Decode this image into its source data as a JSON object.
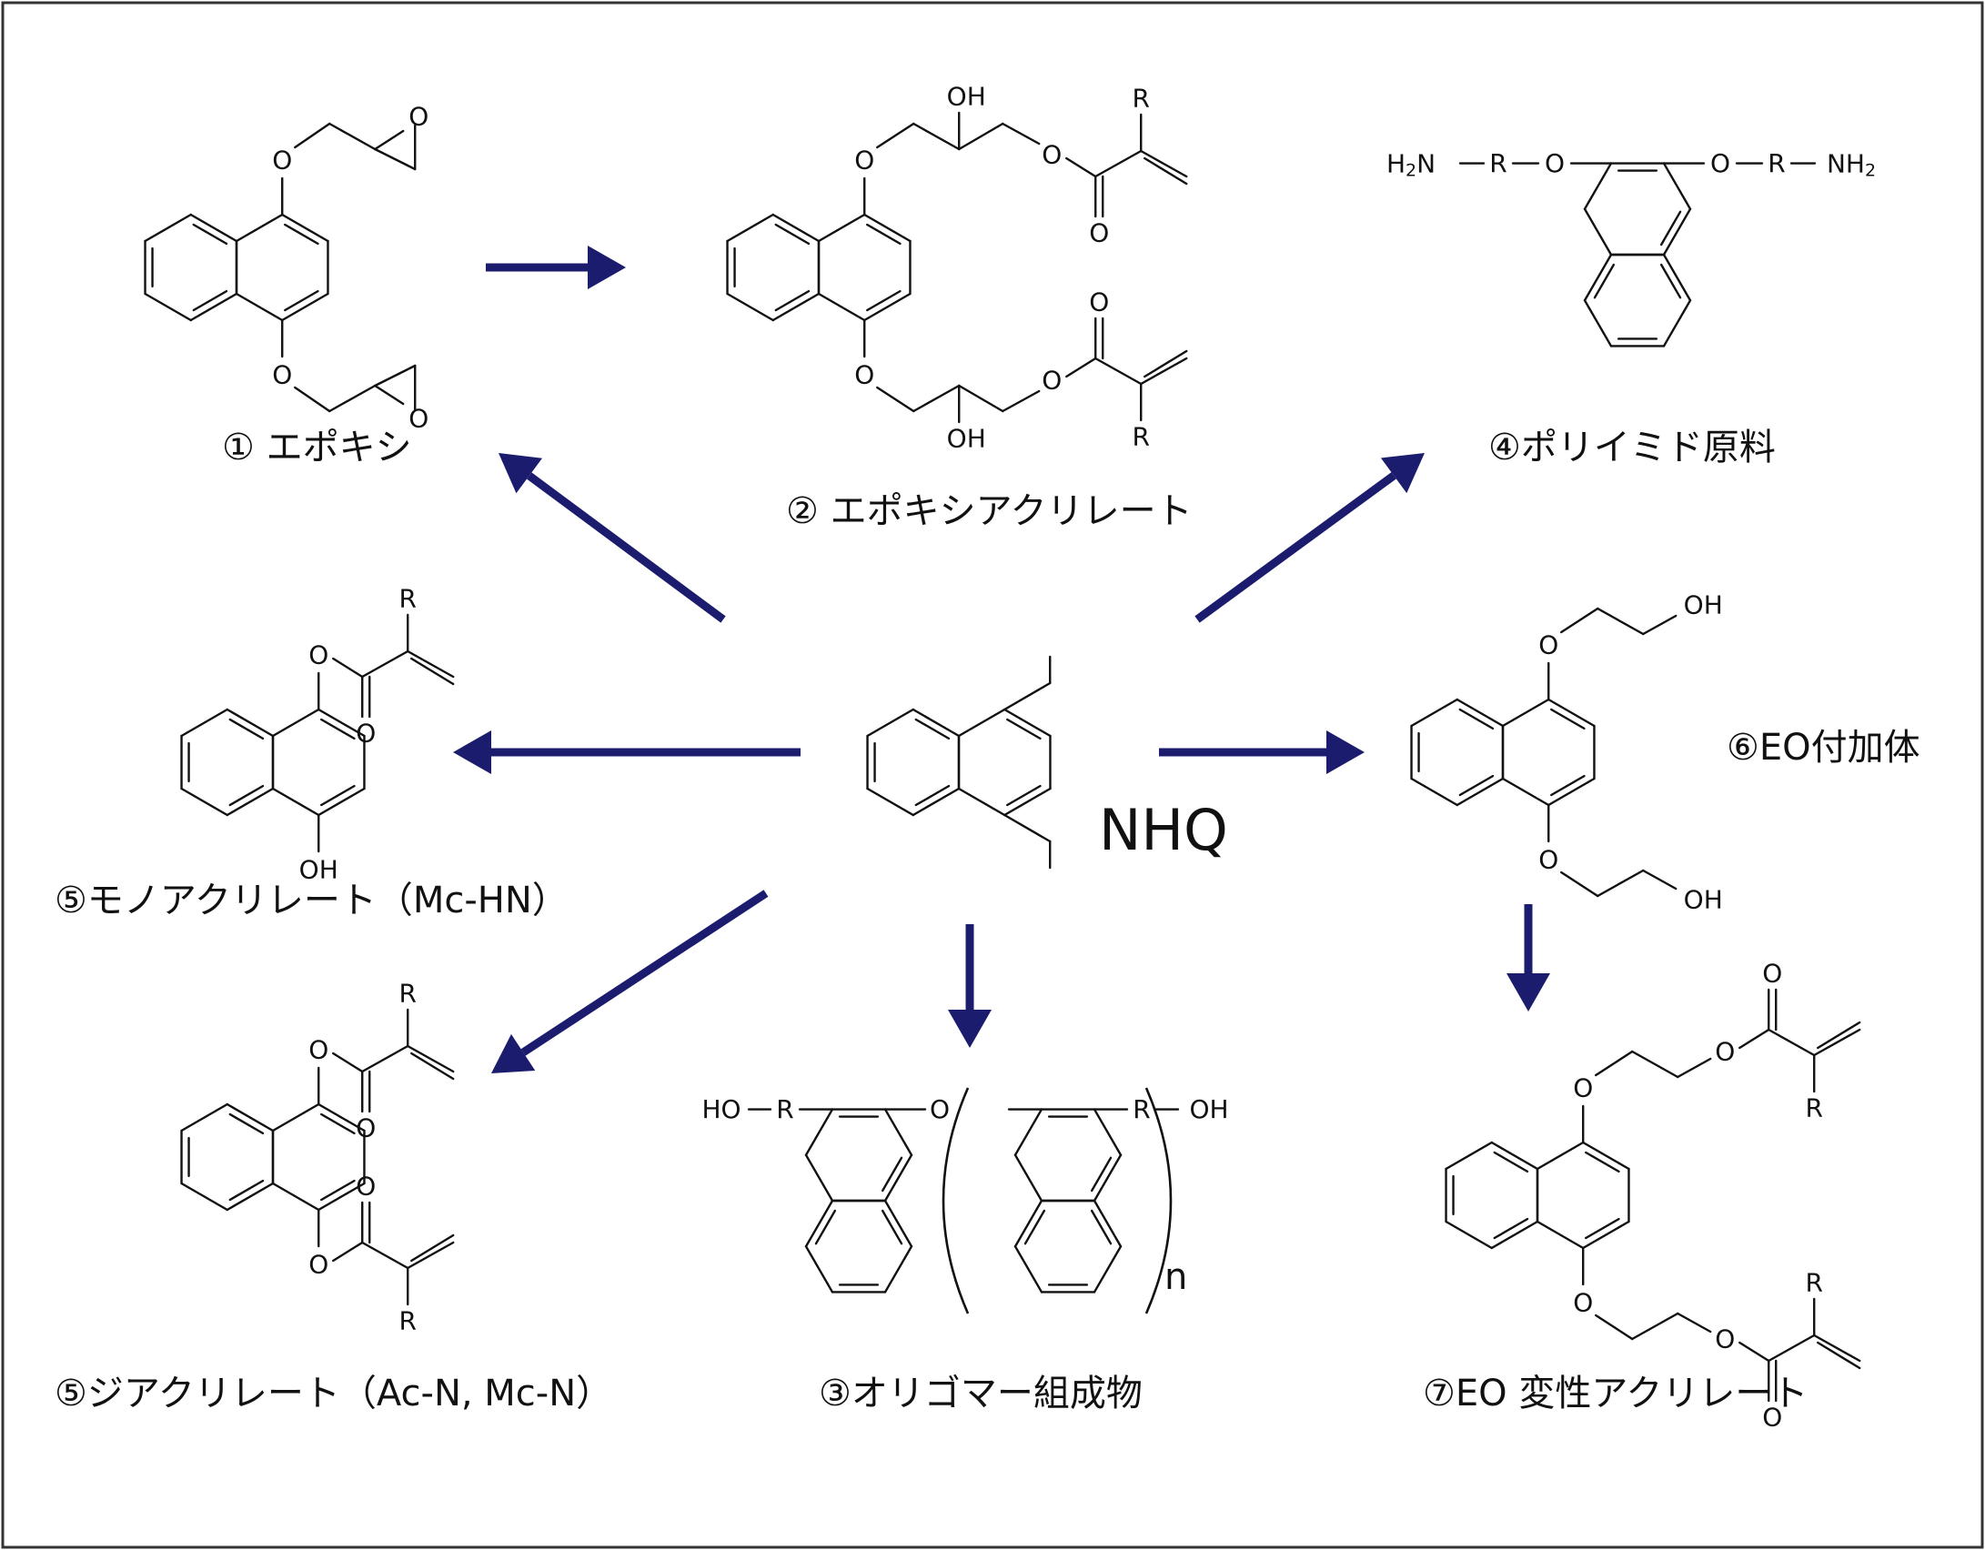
{
  "colors": {
    "arrow": "#1c1c6e",
    "border": "#333333",
    "ink": "#111111"
  },
  "center": {
    "name": "NHQ"
  },
  "labels": {
    "c1": "① エポキシ",
    "c2": "② エポキシアクリレート",
    "c3": "③オリゴマー組成物",
    "c4": "④ポリイミド原料",
    "c5a": "⑤モノアクリレート（Mc-HN）",
    "c5b": "⑤ジアクリレート（Ac-N, Mc-N）",
    "c6": "⑥EO付加体",
    "c7": "⑦EO 変性アクリレート"
  },
  "repeat_unit_subscript": "n",
  "atoms": {
    "O": "O",
    "OH": "OH",
    "HO": "HO",
    "R": "R",
    "H": "H",
    "N": "N",
    "NH": "NH",
    "sub2": "2"
  }
}
